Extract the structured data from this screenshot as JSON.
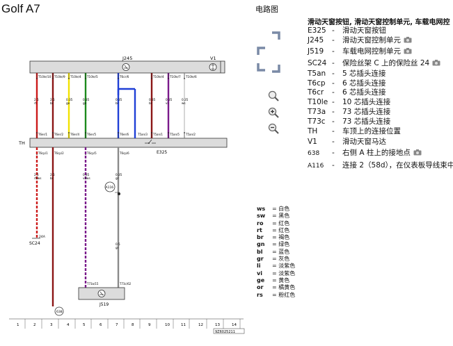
{
  "header": {
    "car_title": "Golf A7",
    "section_title": "电路图",
    "legend_heading": "滑动天窗按钮, 滑动天窗控制单元, 车载电网控"
  },
  "legend": [
    {
      "code": "E325",
      "dash": "-",
      "desc": "滑动天窗按钮",
      "camera": false
    },
    {
      "code": "J245",
      "dash": "-",
      "desc": "滑动天窗控制单元",
      "camera": true
    },
    {
      "code": "J519",
      "dash": "-",
      "desc": "车载电网控制单元",
      "camera": true
    },
    {
      "code": "SC24",
      "dash": "-",
      "desc": "保险丝架 C 上的保险丝 24",
      "camera": true
    },
    {
      "code": "T5an",
      "dash": "-",
      "desc": "5 芯插头连接",
      "camera": false
    },
    {
      "code": "T6cp",
      "dash": "-",
      "desc": "6 芯插头连接",
      "camera": false
    },
    {
      "code": "T6cr",
      "dash": "-",
      "desc": "6 芯插头连接",
      "camera": false
    },
    {
      "code": "T10le",
      "dash": "-",
      "desc": "10 芯插头连接",
      "camera": false
    },
    {
      "code": "T73a",
      "dash": "-",
      "desc": "73 芯插头连接",
      "camera": false
    },
    {
      "code": "T73c",
      "dash": "-",
      "desc": "73 芯插头连接",
      "camera": false
    },
    {
      "code": "TH",
      "dash": "-",
      "desc": "车顶上的连接位置",
      "camera": false
    },
    {
      "code": "V1",
      "dash": "-",
      "desc": "滑动天窗马达",
      "camera": false
    },
    {
      "code": "638",
      "dash": "-",
      "desc": "右侧 A 柱上的接地点",
      "camera": true
    },
    {
      "code": "A116",
      "dash": "-",
      "desc": "连接 2（58d），在仪表板导线束中",
      "camera": false
    }
  ],
  "color_key": [
    {
      "abbr": "ws",
      "name": "白色"
    },
    {
      "abbr": "sw",
      "name": "黑色"
    },
    {
      "abbr": "ro",
      "name": "红色"
    },
    {
      "abbr": "rt",
      "name": "红色"
    },
    {
      "abbr": "br",
      "name": "褐色"
    },
    {
      "abbr": "gn",
      "name": "绿色"
    },
    {
      "abbr": "bl",
      "name": "蓝色"
    },
    {
      "abbr": "gr",
      "name": "灰色"
    },
    {
      "abbr": "li",
      "name": "淡紫色"
    },
    {
      "abbr": "vi",
      "name": "淡紫色"
    },
    {
      "abbr": "ge",
      "name": "黄色"
    },
    {
      "abbr": "or",
      "name": "橘黄色"
    },
    {
      "abbr": "rs",
      "name": "粉红色"
    }
  ],
  "colors": {
    "red": "#cc1b1b",
    "darkred": "#8b1515",
    "yellow": "#f2e200",
    "green": "#1d8a1d",
    "blue": "#1f3fd6",
    "purple": "#7a1a8a",
    "grey": "#8a8a8a",
    "component_fill": "#dcdcdc"
  },
  "diagram": {
    "modules": {
      "j245_label": "J245",
      "v1_label": "V1",
      "th_label": "TH",
      "e325_label": "E325",
      "j519_label": "J519",
      "sc24_label": "SC24",
      "a116_label": "A116",
      "ground_label": "638"
    },
    "top_pins": [
      "T10le/10",
      "T10le/9",
      "T10le/4",
      "T10le/5",
      "T6cr/6",
      "T10le/4",
      "T10le/7",
      "T10le/6"
    ],
    "wires_top": [
      {
        "section": "2.5",
        "color": "rt"
      },
      {
        "section": "2.5",
        "color": "br"
      },
      {
        "section": "0.35",
        "color": "ge"
      },
      {
        "section": "0.35",
        "color": "gn"
      },
      {
        "section": "0.35",
        "color": "bl"
      },
      {
        "section": "0.35",
        "color": "br"
      },
      {
        "section": "0.35",
        "color": "vi"
      },
      {
        "section": "0.35",
        "color": "ws"
      }
    ],
    "th_top_pins": [
      "T6er/1",
      "T6er/2",
      "T6er/4",
      "T6er/5",
      "T6er/6",
      "T5an/3",
      "T5an/1",
      "T5an/5",
      "T5an/2"
    ],
    "th_bottom_pins": [
      "T6cp/1",
      "T6cp/2",
      "T6cp/5",
      "T6cp/6"
    ],
    "wires_bottom": [
      {
        "section": "2.5",
        "color": "rt/ws"
      },
      {
        "section": "2.5",
        "color": "br"
      },
      {
        "section": "0.35",
        "color": "vi/ws"
      },
      {
        "section": "0.35",
        "color": "gr"
      }
    ],
    "grey_mid_wire": {
      "section": "0.5",
      "color": "gr"
    },
    "sc24_pin": "24A",
    "j519_pins": [
      "T73a/15",
      "T73c/62"
    ],
    "grid_numbers": [
      "1",
      "2",
      "3",
      "4",
      "5",
      "6",
      "7",
      "8",
      "9",
      "10",
      "11",
      "12",
      "13",
      "14"
    ],
    "footer_code": "9Z6025211"
  }
}
